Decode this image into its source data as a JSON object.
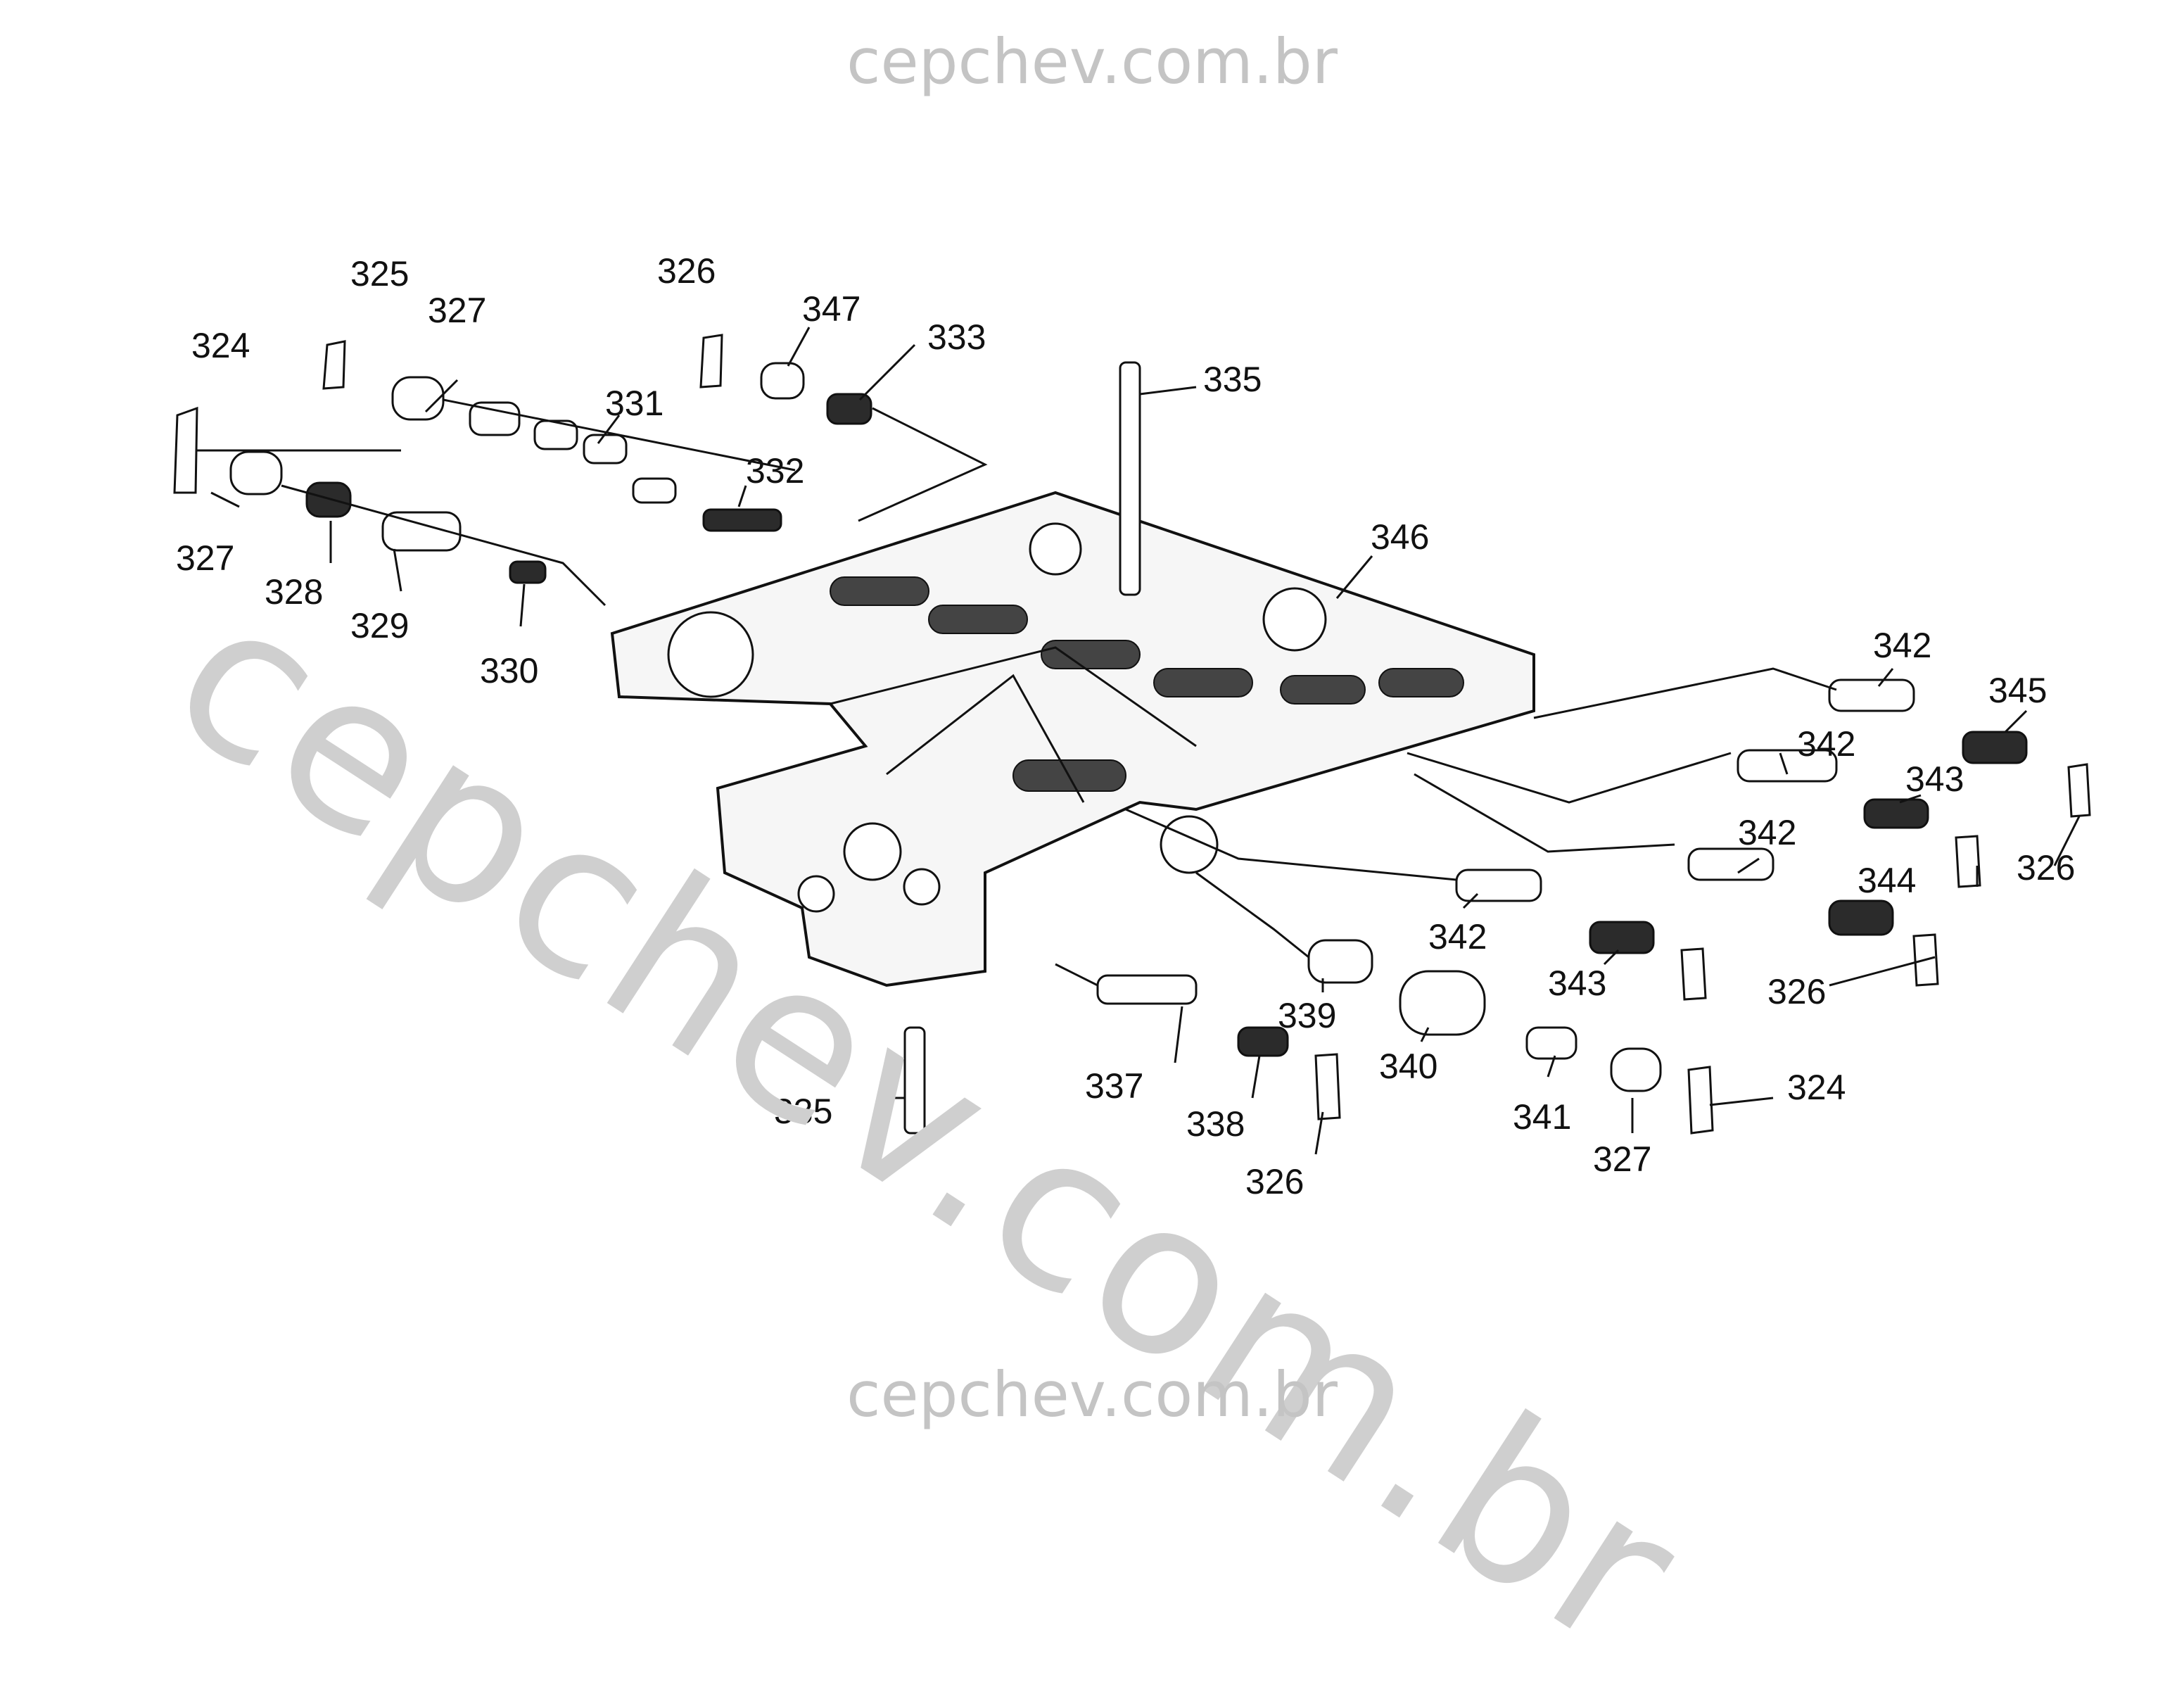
{
  "watermark": {
    "top": "cepchev.com.br",
    "bottom": "cepchev.com.br",
    "diagonal": "cepchev.com.br"
  },
  "callouts": [
    "324",
    "325",
    "326",
    "327",
    "328",
    "329",
    "330",
    "331",
    "332",
    "333",
    "335",
    "337",
    "338",
    "339",
    "340",
    "341",
    "342",
    "343",
    "344",
    "345",
    "346",
    "347"
  ],
  "labels": {
    "c324a": "324",
    "c325": "325",
    "c327a": "327",
    "c326a": "326",
    "c347": "347",
    "c333": "333",
    "c331": "331",
    "c332": "332",
    "c335a": "335",
    "c327b": "327",
    "c328": "328",
    "c329": "329",
    "c330": "330",
    "c346": "346",
    "c342a": "342",
    "c345": "345",
    "c342b": "342",
    "c343a": "343",
    "c326b": "326",
    "c342c": "342",
    "c344": "344",
    "c342d": "342",
    "c326c": "326",
    "c343b": "343",
    "c339": "339",
    "c340": "340",
    "c337": "337",
    "c338": "338",
    "c335b": "335",
    "c341": "341",
    "c324b": "324",
    "c327c": "327",
    "c326d": "326"
  }
}
